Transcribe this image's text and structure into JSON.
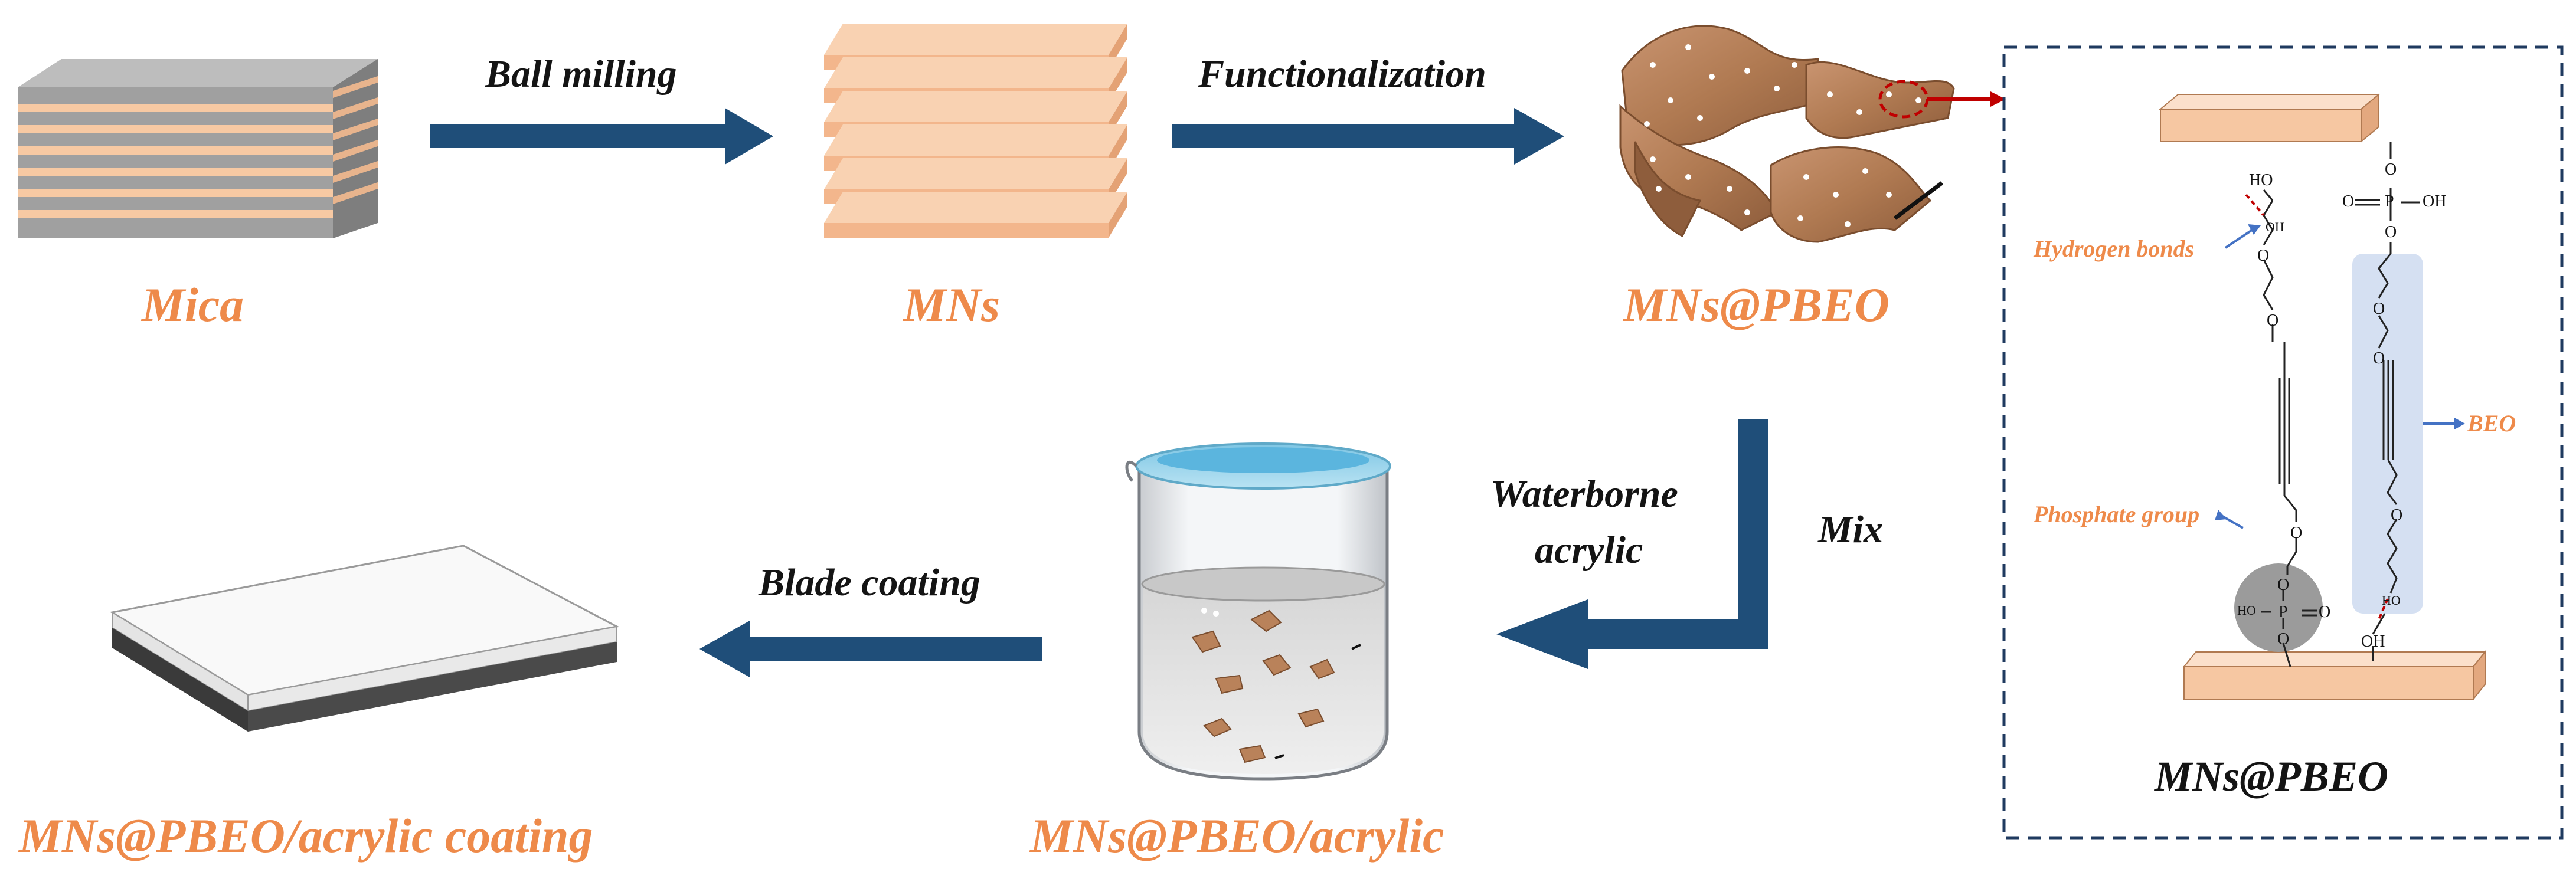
{
  "colors": {
    "accent_orange": "#EE8A4A",
    "arrow_navy": "#1F4E79",
    "panel_border": "#1F3A5F",
    "layer_peach": "#F7C9A3",
    "layer_gray": "#9C9C9C",
    "sheet_copper": "#B9825A",
    "bond_red": "#C00000",
    "callout_blue": "#4472C4"
  },
  "steps": {
    "ball_milling": "Ball milling",
    "functionalization": "Functionalization",
    "waterborne_acrylic": [
      "Waterborne",
      "acrylic"
    ],
    "mix": "Mix",
    "blade_coating": "Blade coating"
  },
  "materials": {
    "mica": "Mica",
    "mns": "MNs",
    "mns_pbeo": "MNs@PBEO",
    "mns_pbeo_acrylic": "MNs@PBEO/acrylic",
    "coating": "MNs@PBEO/acrylic coating"
  },
  "inset": {
    "title": "MNs@PBEO",
    "annotations": {
      "hydrogen_bonds": "Hydrogen bonds",
      "beo": "BEO",
      "phosphate_group": "Phosphate group"
    },
    "atoms": {
      "ho_top": "HO",
      "oh_bond": "OH",
      "o_top": "O",
      "p_top": "P",
      "o_eq": "O",
      "oh_right": "OH",
      "o_ester": "O",
      "ho_left": "HO",
      "p_bottom": "P",
      "o_right": "O",
      "oh_bottom": "OH",
      "ho_bottom": "HO",
      "o_chain1": "O",
      "o_chain2": "O",
      "o_chain3": "O",
      "o_chain4": "O",
      "o_chain5": "O",
      "o_chain6": "O",
      "o_bot1": "O",
      "o_bot2": "O"
    }
  },
  "icons": {
    "mica_stack": "mica-stack-icon",
    "mns_stack": "mica-nanosheets-icon",
    "functionalized_sheets": "functionalized-sheets-icon",
    "beaker": "beaker-icon",
    "coated_plate": "coated-plate-icon"
  }
}
